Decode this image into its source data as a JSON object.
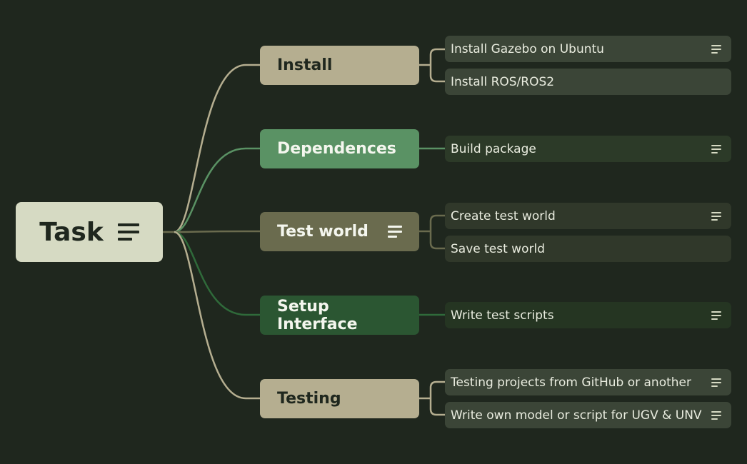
{
  "root": {
    "label": "Task",
    "icon": "note-icon"
  },
  "branches": [
    {
      "label": "Install",
      "color": "#b5ae90",
      "text_color": "#1f271e",
      "line_color": "#b5ae90",
      "leaves": [
        {
          "label": "Install Gazebo on Ubuntu",
          "has_note": true
        },
        {
          "label": "Install ROS/ROS2",
          "has_note": false
        }
      ]
    },
    {
      "label": "Dependences",
      "color": "#5a9264",
      "text_color": "#f4f6ee",
      "line_color": "#5a9264",
      "leaves": [
        {
          "label": "Build package",
          "has_note": true
        }
      ]
    },
    {
      "label": "Test world",
      "color": "#6a6b4e",
      "text_color": "#f4f6ee",
      "line_color": "#6a6b4e",
      "has_note": true,
      "leaves": [
        {
          "label": "Create test world",
          "has_note": true
        },
        {
          "label": "Save test world",
          "has_note": false
        }
      ]
    },
    {
      "label": "Setup Interface",
      "color": "#2b5632",
      "text_color": "#f4f6ee",
      "line_color": "#2f6a3a",
      "leaves": [
        {
          "label": "Write test scripts",
          "has_note": true
        }
      ]
    },
    {
      "label": "Testing",
      "color": "#b5ae90",
      "text_color": "#1f271e",
      "line_color": "#b5ae90",
      "leaves": [
        {
          "label": "Testing projects from GitHub or another",
          "has_note": true
        },
        {
          "label": "Write own model or script for UGV & UNV",
          "has_note": true
        }
      ]
    }
  ],
  "leaf_colors": [
    "#3b4537",
    "#3b4537",
    "#2c3a28",
    "#30382a",
    "#30382a",
    "#253522",
    "#3b4537",
    "#3b4537"
  ]
}
